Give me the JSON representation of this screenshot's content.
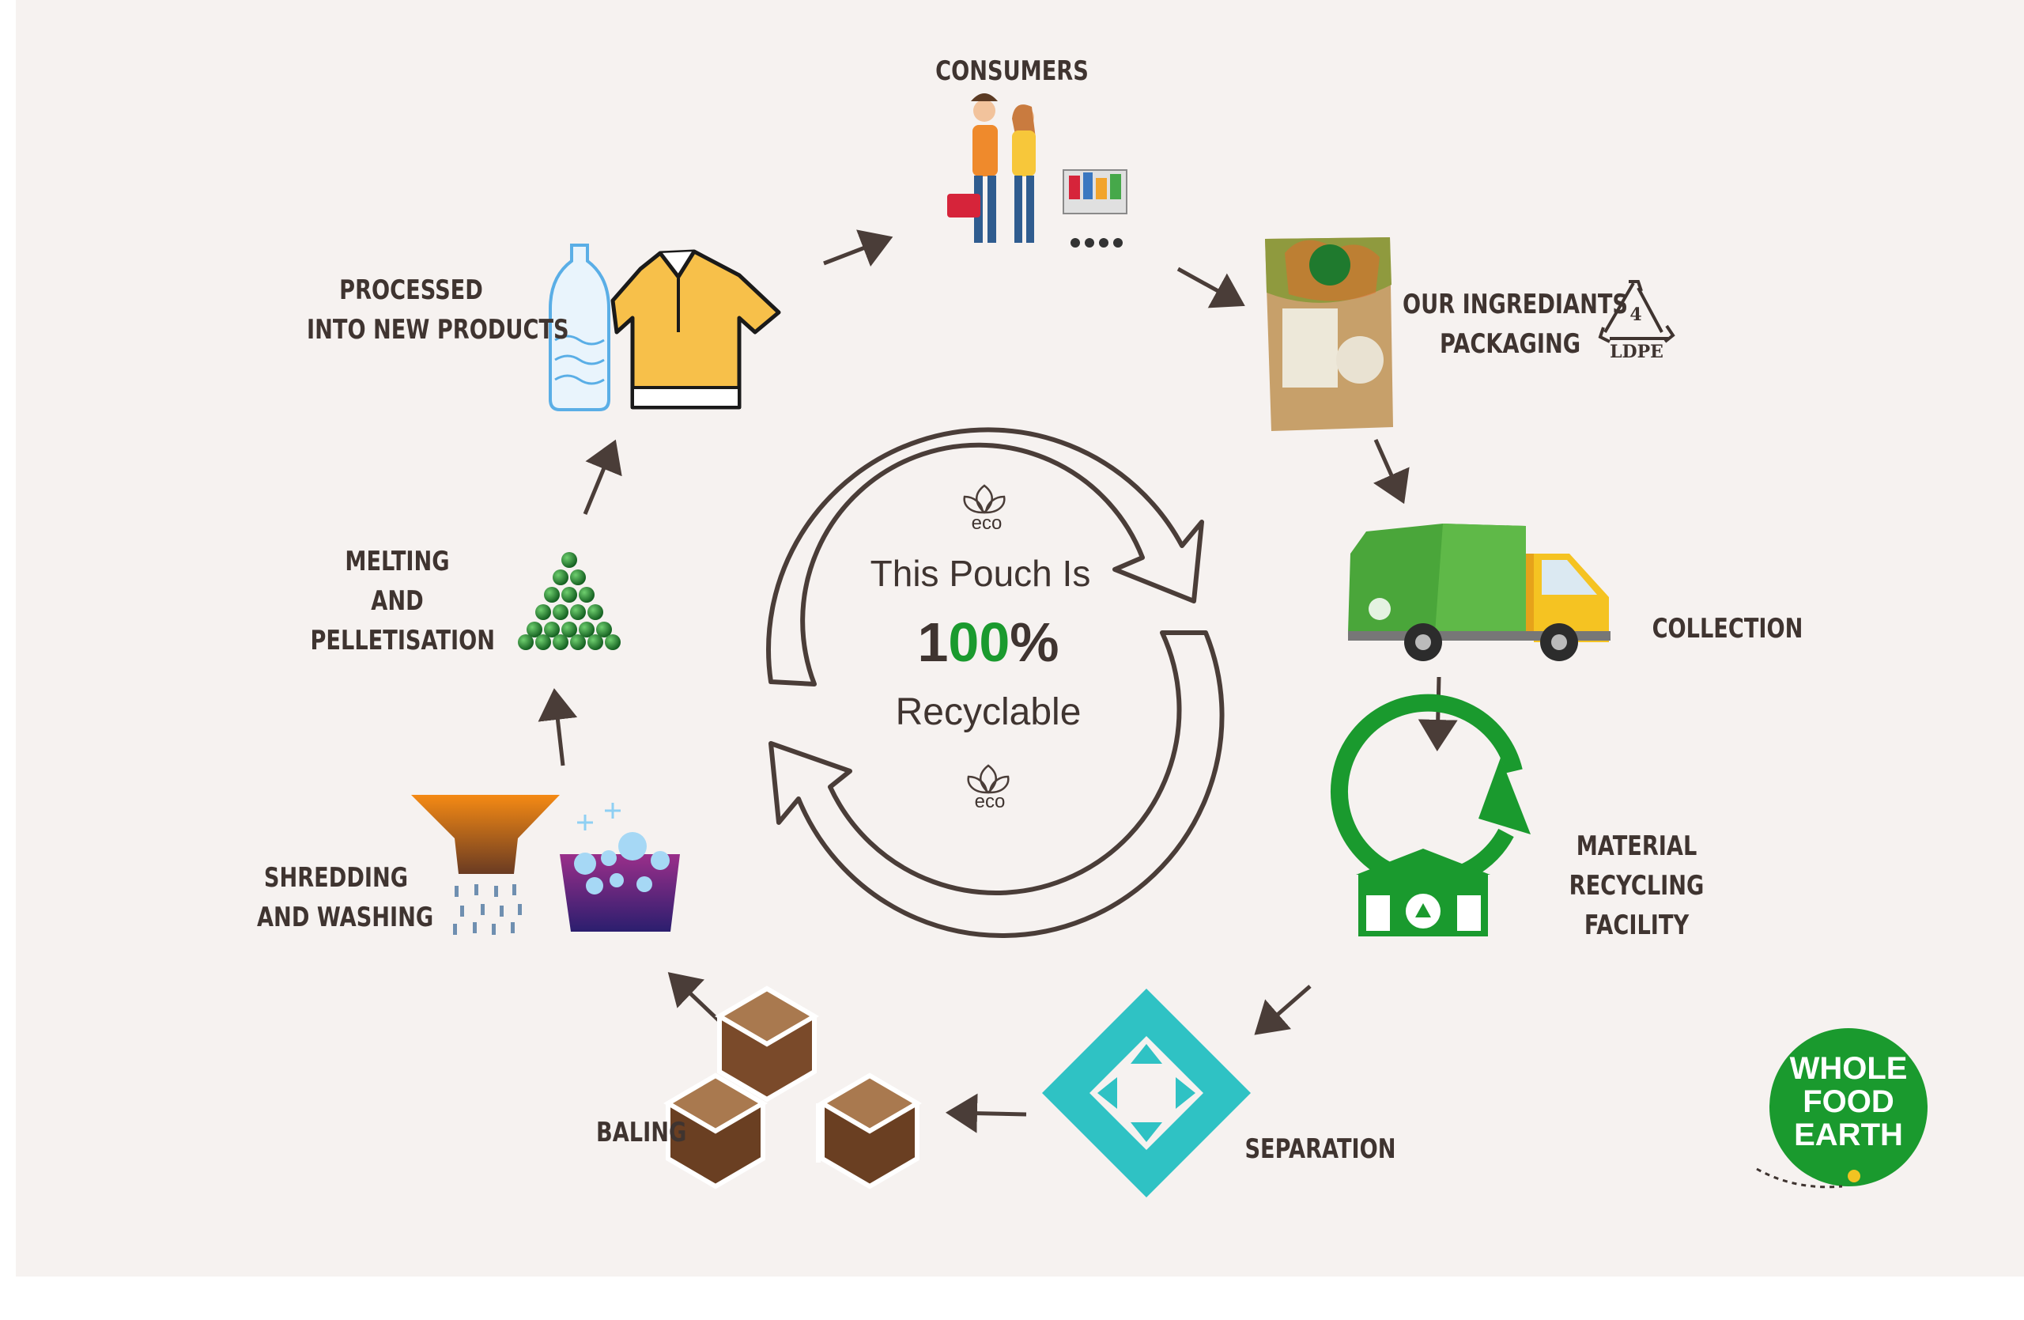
{
  "center": {
    "line1": "This Pouch Is",
    "digit": "1",
    "zeros": "00",
    "percent": "%",
    "line3": "Recyclable",
    "eco_top": "eco",
    "eco_bottom": "eco"
  },
  "stages": {
    "consumers": "CONSUMERS",
    "packaging": [
      "OUR INGREDIANTS",
      "PACKAGING"
    ],
    "collection": "COLLECTION",
    "mrf": [
      "MATERIAL",
      "RECYCLING",
      "FACILITY"
    ],
    "separation": "SEPARATION",
    "baling": "BALING",
    "shredding": [
      "SHREDDING",
      "AND WASHING"
    ],
    "melting": [
      "MELTING",
      "AND",
      "PELLETISATION"
    ],
    "processed": [
      "PROCESSED",
      "INTO NEW PRODUCTS"
    ]
  },
  "recycle_code": {
    "number": "4",
    "label": "LDPE"
  },
  "logo": {
    "line1": "WHOLE",
    "line2": "FOOD",
    "line3": "EARTH"
  },
  "colors": {
    "text": "#3f3430",
    "green": "#1a9a2e",
    "arrow": "#4a3d38",
    "background": "#f6f2f0"
  }
}
